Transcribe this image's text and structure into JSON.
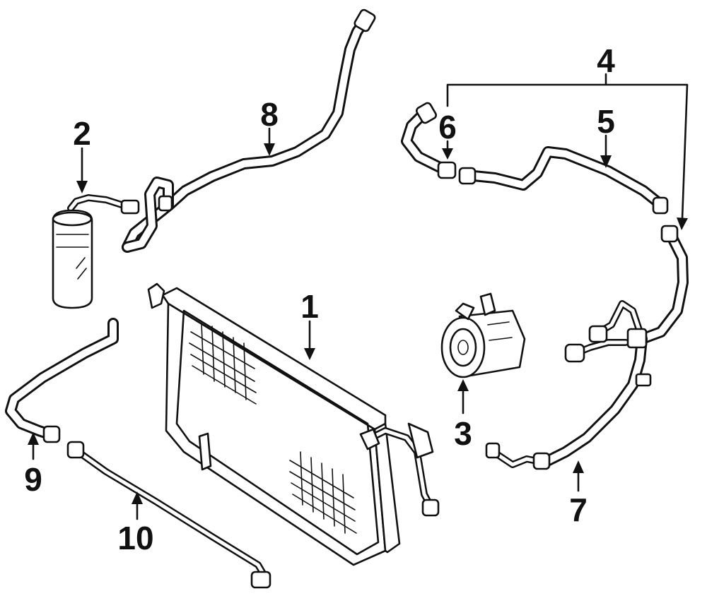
{
  "diagram": {
    "callouts": [
      {
        "id": "1",
        "label": "1"
      },
      {
        "id": "2",
        "label": "2"
      },
      {
        "id": "3",
        "label": "3"
      },
      {
        "id": "4",
        "label": "4"
      },
      {
        "id": "5",
        "label": "5"
      },
      {
        "id": "6",
        "label": "6"
      },
      {
        "id": "7",
        "label": "7"
      },
      {
        "id": "8",
        "label": "8"
      },
      {
        "id": "9",
        "label": "9"
      },
      {
        "id": "10",
        "label": "10"
      }
    ],
    "colors": {
      "ink": "#111111",
      "paper": "#ffffff"
    }
  }
}
